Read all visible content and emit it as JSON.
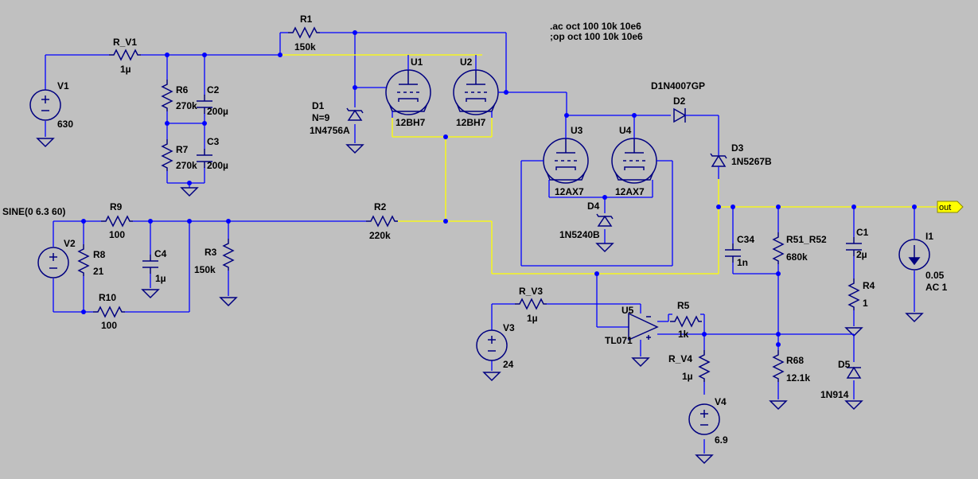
{
  "directives": [
    ".ac oct 100 10k 10e6",
    ";op oct 100 10k 10e6"
  ],
  "out_label": "out",
  "parts": {
    "V1": {
      "name": "V1",
      "value": "630"
    },
    "R_V1": {
      "name": "R_V1",
      "value": "1µ"
    },
    "R1": {
      "name": "R1",
      "value": "150k"
    },
    "R6": {
      "name": "R6",
      "value": "270k"
    },
    "C2": {
      "name": "C2",
      "value": "200µ"
    },
    "R7": {
      "name": "R7",
      "value": "270k"
    },
    "C3": {
      "name": "C3",
      "value": "200µ"
    },
    "D1": {
      "name": "D1",
      "value": "1N4756A",
      "extra": "N=9"
    },
    "U1": {
      "name": "U1",
      "value": "12BH7"
    },
    "U2": {
      "name": "U2",
      "value": "12BH7"
    },
    "U3": {
      "name": "U3",
      "value": "12AX7"
    },
    "U4": {
      "name": "U4",
      "value": "12AX7"
    },
    "D2": {
      "name": "D2",
      "value": "D1N4007GP"
    },
    "D3": {
      "name": "D3",
      "value": "1N5267B"
    },
    "D4": {
      "name": "D4",
      "value": "1N5240B"
    },
    "V2": {
      "name": "V2",
      "value": "SINE(0 6.3 60)"
    },
    "R9": {
      "name": "R9",
      "value": "100"
    },
    "R8": {
      "name": "R8",
      "value": "21"
    },
    "C4": {
      "name": "C4",
      "value": "1µ"
    },
    "R10": {
      "name": "R10",
      "value": "100"
    },
    "R3": {
      "name": "R3",
      "value": "150k"
    },
    "R2": {
      "name": "R2",
      "value": "220k"
    },
    "C34": {
      "name": "C34",
      "value": "1n"
    },
    "R51": {
      "name": "R51_R52",
      "value": "680k"
    },
    "C1": {
      "name": "C1",
      "value": "2µ"
    },
    "R4": {
      "name": "R4",
      "value": "1"
    },
    "I1": {
      "name": "I1",
      "value": "0.05",
      "extra": "AC 1"
    },
    "R_V3": {
      "name": "R_V3",
      "value": "1µ"
    },
    "V3": {
      "name": "V3",
      "value": "24"
    },
    "U5": {
      "name": "U5",
      "value": "TL071"
    },
    "R5": {
      "name": "R5",
      "value": "1k"
    },
    "R_V4": {
      "name": "R_V4",
      "value": "1µ"
    },
    "V4": {
      "name": "V4",
      "value": "6.9"
    },
    "R68": {
      "name": "R68",
      "value": "12.1k"
    },
    "D5": {
      "name": "D5",
      "value": "1N914"
    }
  }
}
